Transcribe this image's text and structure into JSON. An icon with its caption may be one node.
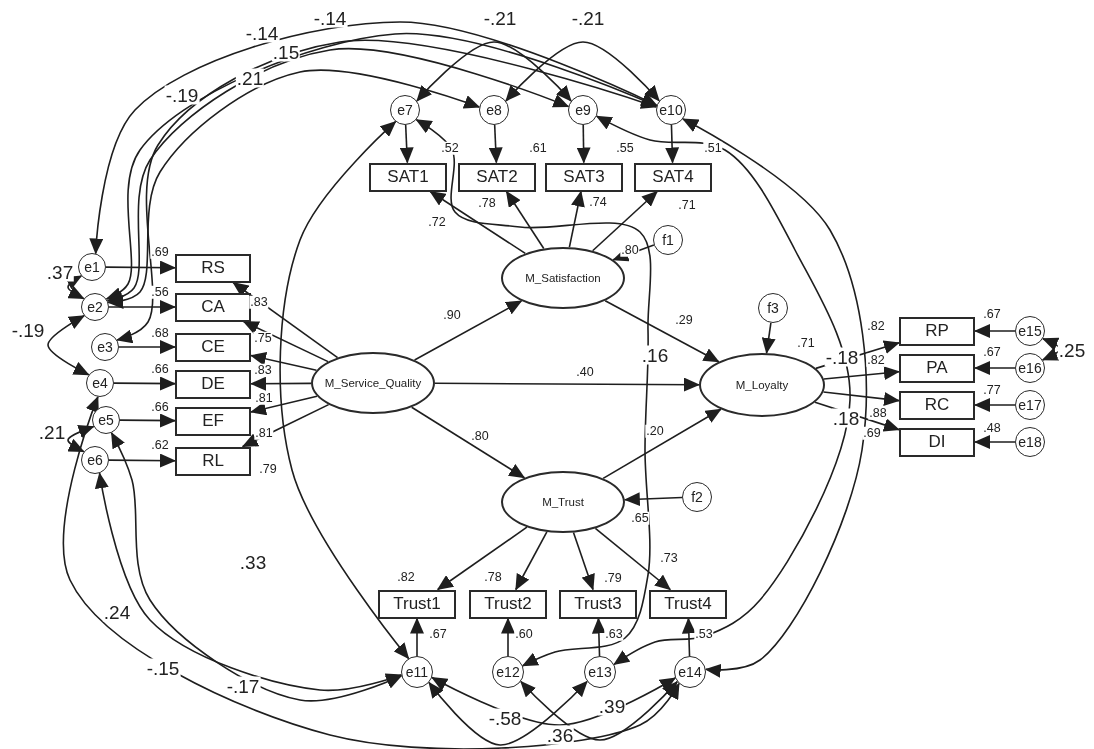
{
  "diagram": {
    "nodes": [
      {
        "text": [
          "e1"
        ]
      },
      {
        "text": [
          "e2"
        ]
      },
      {
        "text": [
          "e3"
        ]
      },
      {
        "text": [
          "e4"
        ]
      },
      {
        "text": [
          "e5"
        ]
      },
      {
        "text": [
          "e6"
        ]
      },
      {
        "text": [
          "RS"
        ],
        "beside": [
          ".69"
        ]
      },
      {
        "text": [
          "CA"
        ],
        "beside": [
          ".56"
        ]
      },
      {
        "text": [
          "CE"
        ],
        "beside": [
          ".68"
        ]
      },
      {
        "text": [
          "DE"
        ],
        "beside": [
          ".66"
        ]
      },
      {
        "text": [
          "EF"
        ],
        "beside": [
          ".66"
        ]
      },
      {
        "text": [
          "RL"
        ],
        "beside": [
          ".62"
        ]
      },
      {
        "text": [
          "M_Service_Quality"
        ]
      },
      {
        "text": [
          "e7"
        ]
      },
      {
        "text": [
          "e8"
        ]
      },
      {
        "text": [
          "e9"
        ]
      },
      {
        "text": [
          "e10"
        ]
      },
      {
        "text": [
          "SAT1"
        ],
        "beside": [
          ".52"
        ]
      },
      {
        "text": [
          "SAT2"
        ],
        "beside": [
          ".61"
        ]
      },
      {
        "text": [
          "SAT3"
        ],
        "beside": [
          ".55"
        ]
      },
      {
        "text": [
          "SAT4"
        ],
        "beside": [
          ".51"
        ]
      },
      {
        "text": [
          "M_Satisfaction"
        ],
        "beside": [
          ".80"
        ]
      },
      {
        "text": [
          "f1"
        ]
      },
      {
        "text": [
          "M_Trust"
        ],
        "beside": [
          ".65"
        ]
      },
      {
        "text": [
          "f2"
        ]
      },
      {
        "text": [
          "Trust1"
        ],
        "beside": [
          ".67"
        ]
      },
      {
        "text": [
          "Trust2"
        ],
        "beside": [
          ".60"
        ]
      },
      {
        "text": [
          "Trust3"
        ],
        "beside": [
          ".63"
        ]
      },
      {
        "text": [
          "Trust4"
        ],
        "beside": [
          ".53"
        ]
      },
      {
        "text": [
          "e11"
        ]
      },
      {
        "text": [
          "e12"
        ]
      },
      {
        "text": [
          "e13"
        ]
      },
      {
        "text": [
          "e14"
        ]
      },
      {
        "text": [
          "M_Loyalty"
        ],
        "beside": [
          ".71"
        ]
      },
      {
        "text": [
          "f3"
        ]
      },
      {
        "text": [
          "RP"
        ],
        "beside": [
          ".67"
        ]
      },
      {
        "text": [
          "PA"
        ],
        "beside": [
          ".67"
        ]
      },
      {
        "text": [
          "RC"
        ],
        "beside": [
          ".77"
        ]
      },
      {
        "text": [
          "DI"
        ],
        "beside": [
          ".48"
        ]
      },
      {
        "text": [
          "e15"
        ]
      },
      {
        "text": [
          "e16"
        ]
      },
      {
        "text": [
          "e17"
        ]
      },
      {
        "text": [
          "e18"
        ]
      }
    ],
    "edges": [
      {
        "from": 0,
        "to": 6,
        "arrow": "to"
      },
      {
        "from": 1,
        "to": 7,
        "arrow": "to"
      },
      {
        "from": 2,
        "to": 8,
        "arrow": "to"
      },
      {
        "from": 3,
        "to": 9,
        "arrow": "to"
      },
      {
        "from": 4,
        "to": 10,
        "arrow": "to"
      },
      {
        "from": 5,
        "to": 11,
        "arrow": "to"
      },
      {
        "from": 12,
        "to": 6,
        "arrow": "to",
        "label": ".83"
      },
      {
        "from": 12,
        "to": 7,
        "arrow": "to",
        "label": ".75"
      },
      {
        "from": 12,
        "to": 8,
        "arrow": "to",
        "label": ".83"
      },
      {
        "from": 12,
        "to": 9,
        "arrow": "to",
        "label": ".81"
      },
      {
        "from": 12,
        "to": 10,
        "arrow": "to",
        "label": ".81"
      },
      {
        "from": 12,
        "to": 11,
        "arrow": "to",
        "label": ".79"
      },
      {
        "from": 13,
        "to": 17,
        "arrow": "to"
      },
      {
        "from": 14,
        "to": 18,
        "arrow": "to"
      },
      {
        "from": 15,
        "to": 19,
        "arrow": "to"
      },
      {
        "from": 16,
        "to": 20,
        "arrow": "to"
      },
      {
        "from": 21,
        "to": 17,
        "arrow": "to",
        "label": ".72"
      },
      {
        "from": 21,
        "to": 18,
        "arrow": "to",
        "label": ".78"
      },
      {
        "from": 21,
        "to": 19,
        "arrow": "to",
        "label": ".74"
      },
      {
        "from": 21,
        "to": 20,
        "arrow": "to",
        "label": ".71"
      },
      {
        "from": 22,
        "to": 21,
        "arrow": "to"
      },
      {
        "from": 12,
        "to": 21,
        "arrow": "to",
        "label": ".90"
      },
      {
        "from": 12,
        "to": 33,
        "arrow": "to",
        "label": ".40"
      },
      {
        "from": 12,
        "to": 23,
        "arrow": "to",
        "label": ".80"
      },
      {
        "from": 21,
        "to": 33,
        "arrow": "to",
        "label": ".29"
      },
      {
        "from": 23,
        "to": 33,
        "arrow": "to",
        "label": ".20"
      },
      {
        "from": 24,
        "to": 23,
        "arrow": "to"
      },
      {
        "from": 34,
        "to": 33,
        "arrow": "to"
      },
      {
        "from": 23,
        "to": 25,
        "arrow": "to",
        "label": ".82"
      },
      {
        "from": 23,
        "to": 26,
        "arrow": "to",
        "label": ".78"
      },
      {
        "from": 23,
        "to": 27,
        "arrow": "to",
        "label": ".79"
      },
      {
        "from": 23,
        "to": 28,
        "arrow": "to",
        "label": ".73"
      },
      {
        "from": 29,
        "to": 25,
        "arrow": "to"
      },
      {
        "from": 30,
        "to": 26,
        "arrow": "to"
      },
      {
        "from": 31,
        "to": 27,
        "arrow": "to"
      },
      {
        "from": 32,
        "to": 28,
        "arrow": "to"
      },
      {
        "from": 33,
        "to": 35,
        "arrow": "to",
        "label": ".82"
      },
      {
        "from": 33,
        "to": 36,
        "arrow": "to",
        "label": ".82"
      },
      {
        "from": 33,
        "to": 37,
        "arrow": "to",
        "label": ".88"
      },
      {
        "from": 33,
        "to": 38,
        "arrow": "to",
        "label": ".69"
      },
      {
        "from": 39,
        "to": 35,
        "arrow": "to"
      },
      {
        "from": 40,
        "to": 36,
        "arrow": "to"
      },
      {
        "from": 41,
        "to": 37,
        "arrow": "to"
      },
      {
        "from": 42,
        "to": 38,
        "arrow": "to"
      },
      {
        "from": 0,
        "to": 1,
        "arrow": "both",
        "label": ".37"
      },
      {
        "from": 1,
        "to": 3,
        "arrow": "both",
        "label": "-.19"
      },
      {
        "from": 4,
        "to": 5,
        "arrow": "both",
        "label": ".21"
      },
      {
        "from": 0,
        "to": 16,
        "arrow": "both",
        "label": "-.14"
      },
      {
        "from": 1,
        "to": 16,
        "arrow": "both",
        "label": "-.14"
      },
      {
        "from": 1,
        "to": 15,
        "arrow": "both",
        "label": ".15"
      },
      {
        "from": 1,
        "to": 14,
        "arrow": "both",
        "label": ".21"
      },
      {
        "from": 2,
        "to": 16,
        "arrow": "both",
        "label": "-.19"
      },
      {
        "from": 13,
        "to": 15,
        "arrow": "both",
        "label": "-.21"
      },
      {
        "from": 14,
        "to": 16,
        "arrow": "both",
        "label": "-.21"
      },
      {
        "from": 13,
        "to": 29,
        "arrow": "both",
        "label": ".33"
      },
      {
        "from": 13,
        "to": 30,
        "arrow": "both",
        "label": ".16"
      },
      {
        "from": 15,
        "to": 31,
        "arrow": "both",
        "label": "-.18"
      },
      {
        "from": 16,
        "to": 32,
        "arrow": "both",
        "label": ".18"
      },
      {
        "from": 3,
        "to": 32,
        "arrow": "both",
        "label": ".24"
      },
      {
        "from": 4,
        "to": 29,
        "arrow": "both",
        "label": "-.15"
      },
      {
        "from": 5,
        "to": 29,
        "arrow": "both",
        "label": "-.17"
      },
      {
        "from": 30,
        "to": 32,
        "arrow": "both",
        "label": "-.58"
      },
      {
        "from": 29,
        "to": 31,
        "arrow": "both",
        "label": ".36"
      },
      {
        "from": 29,
        "to": 32,
        "arrow": "both",
        "label": ".39"
      },
      {
        "from": 39,
        "to": 40,
        "arrow": "both",
        "label": ".25"
      }
    ]
  }
}
